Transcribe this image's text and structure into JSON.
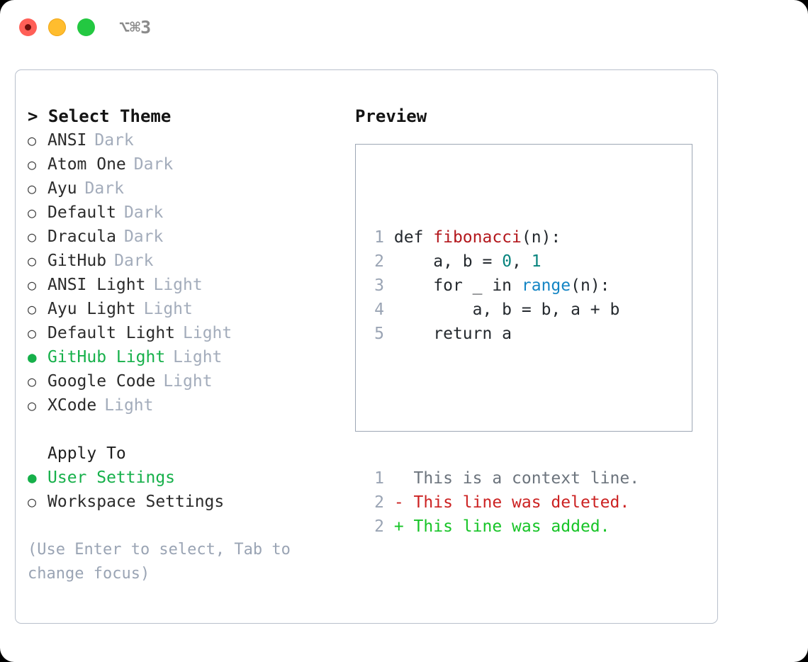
{
  "titlebar": {
    "shortcut": "⌥⌘3",
    "buttons": [
      {
        "name": "close",
        "color": "#ff5f57"
      },
      {
        "name": "minimize",
        "color": "#ffbd2e"
      },
      {
        "name": "maximize",
        "color": "#23c841"
      }
    ]
  },
  "colors": {
    "accent_green": "#16b04a",
    "muted": "#a3acbb",
    "text": "#2b2b2b",
    "hint": "#9aa4b4",
    "border": "#b9c0cc",
    "preview_border": "#9da7b5",
    "diff_add": "#17c427",
    "diff_del": "#cc2222",
    "code_func": "#b3171c",
    "code_num": "#08847e",
    "code_call": "#1485c4"
  },
  "theme_panel": {
    "heading": "> Select Theme",
    "items": [
      {
        "marker": "○",
        "name": "ANSI",
        "variant": "Dark",
        "selected": false
      },
      {
        "marker": "○",
        "name": "Atom One",
        "variant": "Dark",
        "selected": false
      },
      {
        "marker": "○",
        "name": "Ayu",
        "variant": "Dark",
        "selected": false
      },
      {
        "marker": "○",
        "name": "Default",
        "variant": "Dark",
        "selected": false
      },
      {
        "marker": "○",
        "name": "Dracula",
        "variant": "Dark",
        "selected": false
      },
      {
        "marker": "○",
        "name": "GitHub",
        "variant": "Dark",
        "selected": false
      },
      {
        "marker": "○",
        "name": "ANSI Light",
        "variant": "Light",
        "selected": false
      },
      {
        "marker": "○",
        "name": "Ayu Light",
        "variant": "Light",
        "selected": false
      },
      {
        "marker": "○",
        "name": "Default Light",
        "variant": "Light",
        "selected": false
      },
      {
        "marker": "●",
        "name": "GitHub Light",
        "variant": "Light",
        "selected": true
      },
      {
        "marker": "○",
        "name": "Google Code",
        "variant": "Light",
        "selected": false
      },
      {
        "marker": "○",
        "name": "XCode",
        "variant": "Light",
        "selected": false
      }
    ]
  },
  "apply_to": {
    "heading": "Apply To",
    "options": [
      {
        "marker": "●",
        "label": "User Settings",
        "selected": true
      },
      {
        "marker": "○",
        "label": "Workspace Settings",
        "selected": false
      }
    ]
  },
  "hint": "(Use Enter to select, Tab to change focus)",
  "preview": {
    "heading": "Preview",
    "code_lines": [
      {
        "num": "1",
        "tokens": [
          {
            "t": "def ",
            "c": "plain"
          },
          {
            "t": "fibonacci",
            "c": "func"
          },
          {
            "t": "(n):",
            "c": "plain"
          }
        ]
      },
      {
        "num": "2",
        "tokens": [
          {
            "t": "    a, b = ",
            "c": "plain"
          },
          {
            "t": "0",
            "c": "num"
          },
          {
            "t": ", ",
            "c": "plain"
          },
          {
            "t": "1",
            "c": "num"
          }
        ]
      },
      {
        "num": "3",
        "tokens": [
          {
            "t": "    for _ in ",
            "c": "plain"
          },
          {
            "t": "range",
            "c": "call"
          },
          {
            "t": "(n):",
            "c": "plain"
          }
        ]
      },
      {
        "num": "4",
        "tokens": [
          {
            "t": "        a, b = b, a + b",
            "c": "plain"
          }
        ]
      },
      {
        "num": "5",
        "tokens": [
          {
            "t": "    return a",
            "c": "plain"
          }
        ]
      }
    ],
    "diff_lines": [
      {
        "num": "1",
        "tokens": [
          {
            "t": "  This is a context line.",
            "c": "ctx"
          }
        ]
      },
      {
        "num": "2",
        "tokens": [
          {
            "t": "- This line was deleted.",
            "c": "del"
          }
        ]
      },
      {
        "num": "2",
        "tokens": [
          {
            "t": "+ This line was added.",
            "c": "add"
          }
        ]
      }
    ]
  }
}
